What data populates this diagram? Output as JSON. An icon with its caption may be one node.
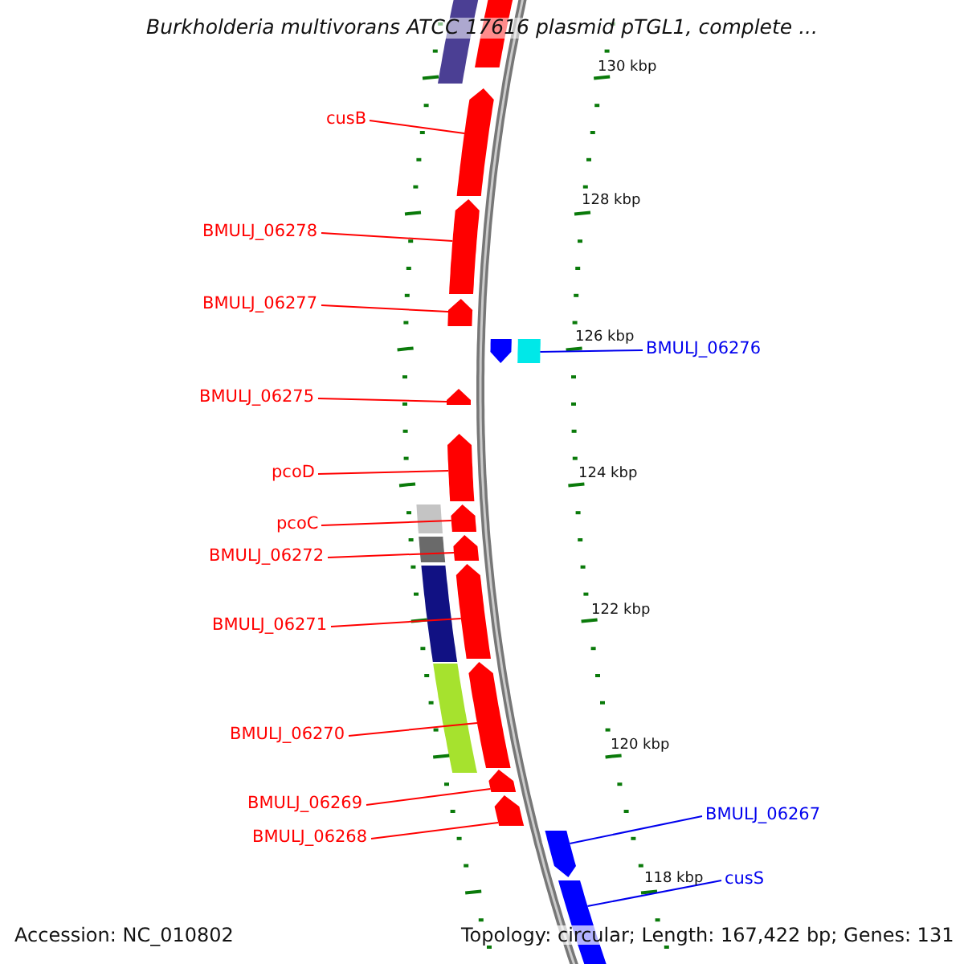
{
  "diagram": {
    "title": "Burkholderia multivorans ATCC 17616 plasmid pTGL1, complete ...",
    "nodes": [
      {
        "text": [
          "cusB"
        ]
      },
      {
        "text": [
          "BMULJ_06278"
        ]
      },
      {
        "text": [
          "BMULJ_06277"
        ]
      },
      {
        "text": [
          "BMULJ_06276"
        ]
      },
      {
        "text": [
          "BMULJ_06275"
        ]
      },
      {
        "text": [
          "pcoD"
        ]
      },
      {
        "text": [
          "pcoC"
        ]
      },
      {
        "text": [
          "BMULJ_06272"
        ]
      },
      {
        "text": [
          "BMULJ_06271"
        ]
      },
      {
        "text": [
          "BMULJ_06270"
        ]
      },
      {
        "text": [
          "BMULJ_06269"
        ]
      },
      {
        "text": [
          "BMULJ_06267"
        ]
      },
      {
        "text": [
          "BMULJ_06268"
        ]
      },
      {
        "text": [
          "cusS"
        ]
      },
      {
        "text": [],
        "shape": "bar"
      },
      {
        "text": [],
        "shape": "bar"
      },
      {
        "text": [],
        "shape": "bar"
      },
      {
        "text": [],
        "shape": "bar"
      },
      {
        "text": [],
        "shape": "bar"
      },
      {
        "text": [],
        "shape": "bar"
      },
      {
        "text": [],
        "shape": "bar"
      },
      {
        "text": [],
        "shape": "bar"
      },
      {
        "text": [],
        "shape": "bar"
      },
      {
        "text": [],
        "shape": "bar"
      },
      {
        "text": [],
        "shape": "bar"
      },
      {
        "text": [],
        "shape": "bar"
      },
      {
        "text": [],
        "shape": "bar"
      },
      {
        "text": [],
        "shape": "bar"
      }
    ],
    "edges": [
      {
        "from": 0,
        "to": 14,
        "arrow": "none"
      },
      {
        "from": 1,
        "to": 15,
        "arrow": "none"
      },
      {
        "from": 2,
        "to": 16,
        "arrow": "none"
      },
      {
        "from": 3,
        "to": 17,
        "arrow": "none",
        "color": "#0000ee"
      },
      {
        "from": 4,
        "to": 18,
        "arrow": "none"
      },
      {
        "from": 5,
        "to": 19,
        "arrow": "none"
      },
      {
        "from": 6,
        "to": 20,
        "arrow": "none"
      },
      {
        "from": 7,
        "to": 21,
        "arrow": "none"
      },
      {
        "from": 8,
        "to": 22,
        "arrow": "none"
      },
      {
        "from": 9,
        "to": 23,
        "arrow": "none"
      },
      {
        "from": 10,
        "to": 24,
        "arrow": "none"
      },
      {
        "from": 11,
        "to": 26,
        "arrow": "none",
        "color": "#0000ee"
      },
      {
        "from": 12,
        "to": 25,
        "arrow": "none"
      },
      {
        "from": 13,
        "to": 27,
        "arrow": "none",
        "color": "#0000ee"
      }
    ],
    "labels": [
      "130 kbp",
      "128 kbp",
      "126 kbp",
      "124 kbp",
      "122 kbp",
      "120 kbp",
      "118 kbp",
      "Accession: NC_010802",
      "Topology: circular; Length: 167,422 bp; Genes: 131"
    ]
  }
}
